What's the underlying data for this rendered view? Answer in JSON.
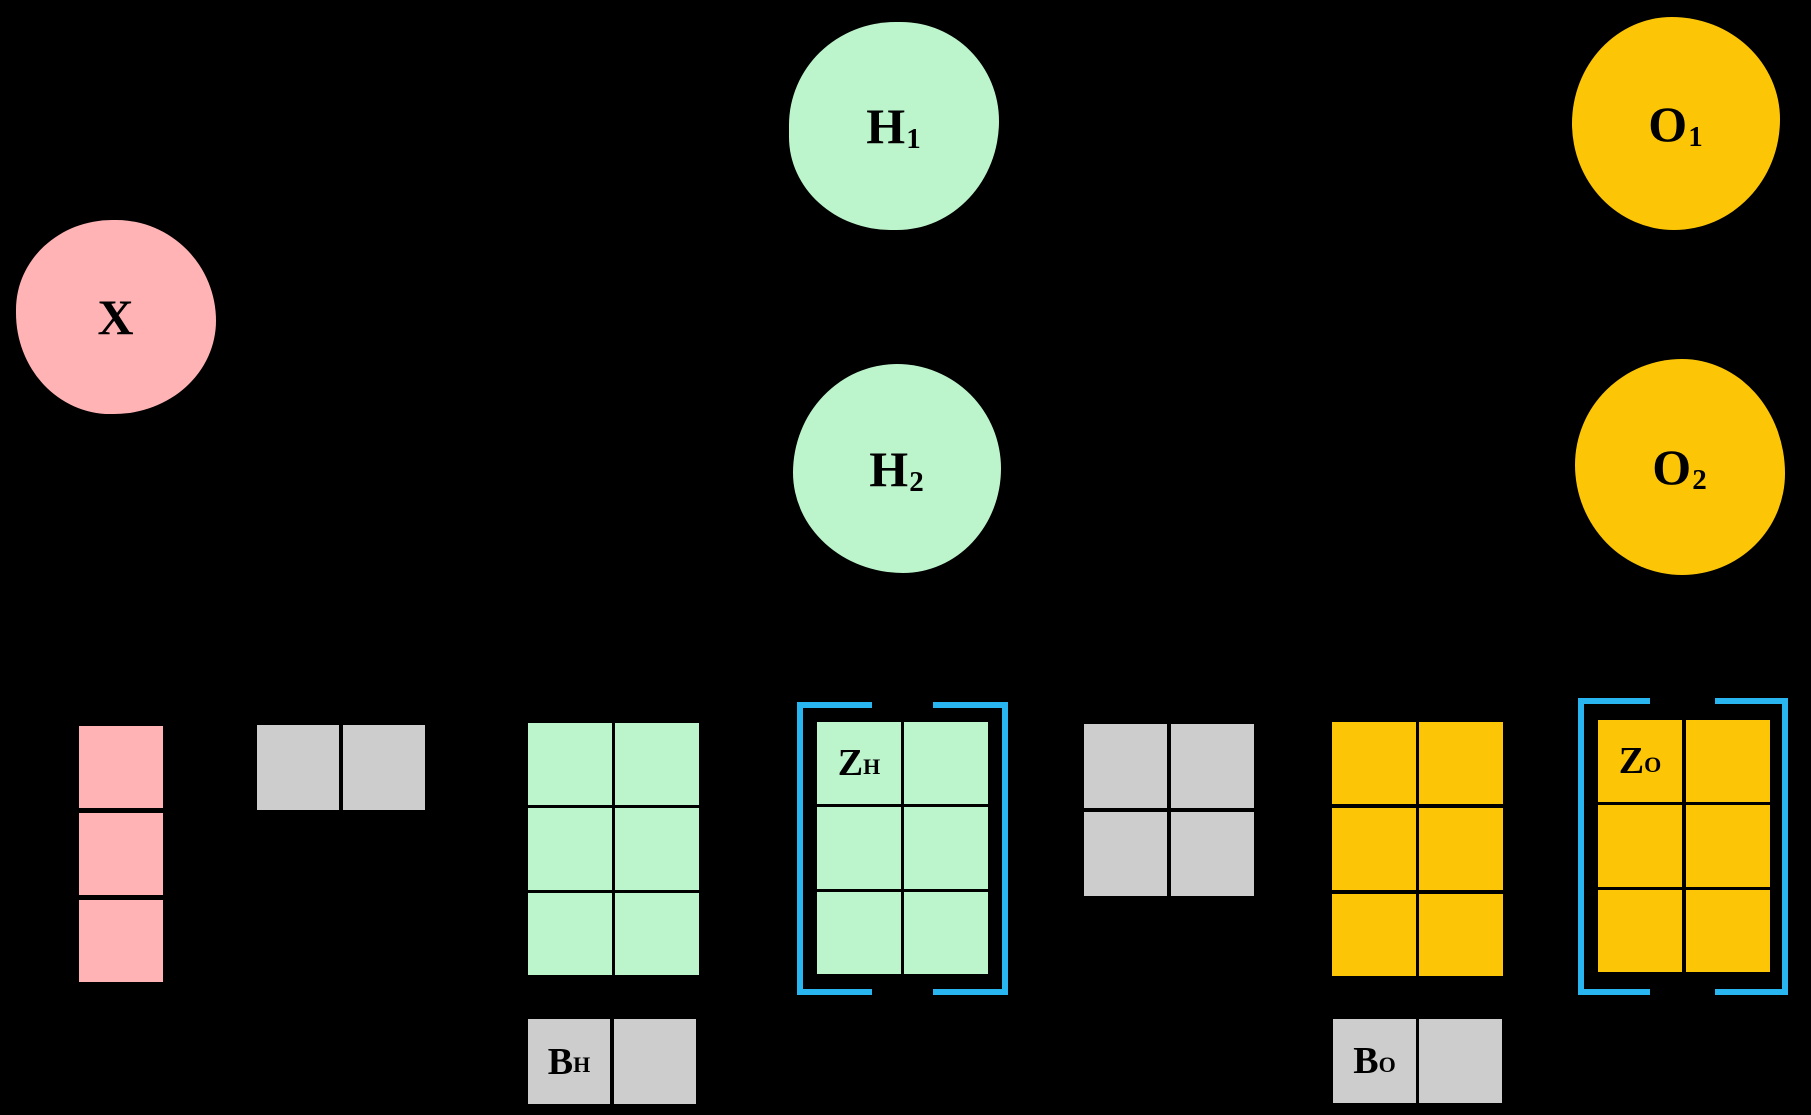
{
  "colors": {
    "background": "#000000",
    "pink": "#ffb3b5",
    "green": "#bcf4cb",
    "yellow": "#fcc606",
    "gray": "#cdcdcd",
    "bracket_blue": "#29b5ef",
    "label_text": "#000000"
  },
  "nodes": {
    "x": {
      "base": "X",
      "sub": "",
      "fill": "#ffb3b5"
    },
    "h1": {
      "base": "H",
      "sub": "1",
      "fill": "#bcf4cb"
    },
    "h2": {
      "base": "H",
      "sub": "2",
      "fill": "#bcf4cb"
    },
    "o1": {
      "base": "O",
      "sub": "1",
      "fill": "#fcc606"
    },
    "o2": {
      "base": "O",
      "sub": "2",
      "fill": "#fcc606"
    }
  },
  "matrices": {
    "x_input": {
      "rows": 3,
      "cols": 1,
      "fill": "#ffb3b5"
    },
    "w_hidden": {
      "rows": 1,
      "cols": 2,
      "fill": "#cdcdcd"
    },
    "xw_hidden": {
      "rows": 3,
      "cols": 2,
      "fill": "#bcf4cb"
    },
    "z_hidden": {
      "rows": 3,
      "cols": 2,
      "fill": "#bcf4cb",
      "label": {
        "base": "Z",
        "sub": "H"
      }
    },
    "w_output": {
      "rows": 2,
      "cols": 2,
      "fill": "#cdcdcd"
    },
    "hw_output": {
      "rows": 3,
      "cols": 2,
      "fill": "#fcc606"
    },
    "z_output": {
      "rows": 3,
      "cols": 2,
      "fill": "#fcc606",
      "label": {
        "base": "Z",
        "sub": "O"
      }
    },
    "b_hidden": {
      "rows": 1,
      "cols": 2,
      "fill": "#cdcdcd",
      "label": {
        "base": "B",
        "sub": "H"
      }
    },
    "b_output": {
      "rows": 1,
      "cols": 2,
      "fill": "#cdcdcd",
      "label": {
        "base": "B",
        "sub": "O"
      }
    }
  }
}
